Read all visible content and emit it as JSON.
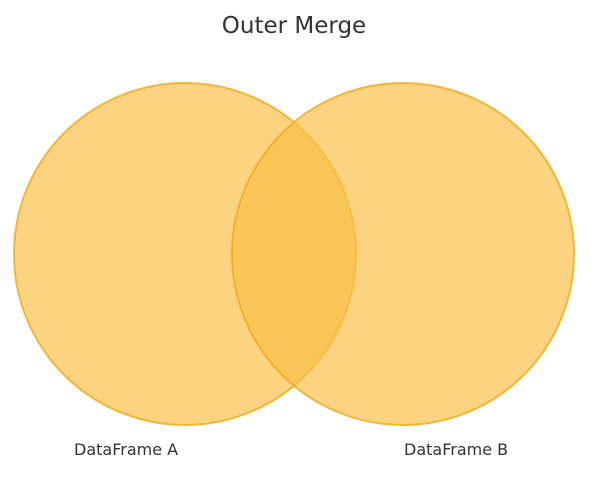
{
  "title": "Outer Merge",
  "sets": [
    {
      "label": "DataFrame A"
    },
    {
      "label": "DataFrame B"
    }
  ],
  "colors": {
    "fill": "#fbbf45",
    "stroke": "#f0ad22",
    "text": "#333333"
  }
}
